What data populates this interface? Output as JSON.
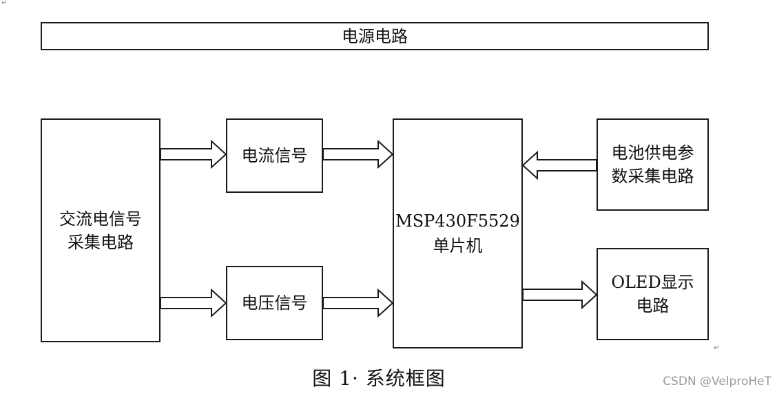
{
  "diagram": {
    "power_circuit": "电源电路",
    "ac_acquisition": "交流电信号\n采集电路",
    "current_signal": "电流信号",
    "voltage_signal": "电压信号",
    "mcu": "MSP430F5529\n单片机",
    "battery_acquisition": "电池供电参\n数采集电路",
    "oled_display": "OLED显示\n电路"
  },
  "caption": "图 1· 系统框图",
  "watermark": "CSDN @VelproHeT"
}
